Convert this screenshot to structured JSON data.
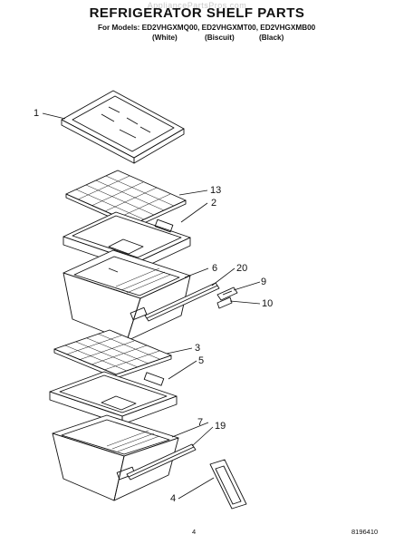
{
  "header": {
    "watermark": "AppliancePartsPros.com",
    "title": "REFRIGERATOR SHELF PARTS",
    "models_line": "For Models: ED2VHGXMQ00, ED2VHGXMT00, ED2VHGXMB00",
    "colors": [
      "(White)",
      "(Biscuit)",
      "(Black)"
    ]
  },
  "callouts": [
    "1",
    "13",
    "2",
    "6",
    "20",
    "9",
    "10",
    "3",
    "5",
    "7",
    "19",
    "4"
  ],
  "footer": {
    "page_number": "4",
    "doc_number": "8196410"
  }
}
